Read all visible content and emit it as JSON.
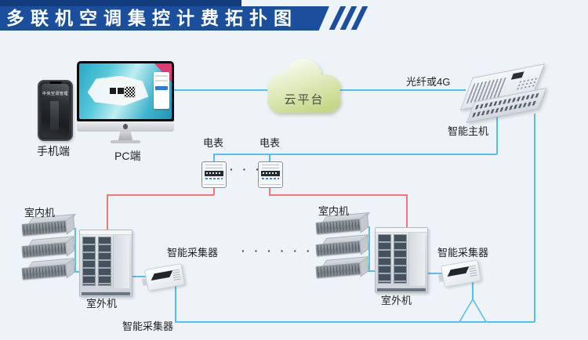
{
  "title": {
    "text": "多联机空调集控计费拓扑图"
  },
  "colors": {
    "title_bar": "#1b4f9e",
    "title_dark_strip": "#123c7c",
    "line_blue": "#56c0ea",
    "line_red": "#f2757d",
    "cloud_green": "#c9da8e",
    "screen_pink": "#e23a77",
    "login_button_blue": "#2f7bd4",
    "background": "#eef3f7"
  },
  "devices": {
    "phone": {
      "label": "手机端",
      "screen_caption": "中央空调管理"
    },
    "pc": {
      "label": "PC端"
    },
    "cloud": {
      "label": "云平台"
    },
    "wan": {
      "label": "光纤或4G"
    },
    "host": {
      "label": "智能主机"
    },
    "meters": {
      "label_1": "电表",
      "label_2": "电表",
      "ellipsis": "· · ·"
    },
    "left_cluster": {
      "indoor": "室内机",
      "outdoor": "室外机",
      "collector": "智能采集器"
    },
    "right_cluster": {
      "indoor": "室内机",
      "outdoor": "室外机",
      "collector": "智能采集器"
    },
    "bottom_collector": {
      "label": "智能采集器"
    },
    "cluster_ellipsis": "· · · · · ·"
  }
}
